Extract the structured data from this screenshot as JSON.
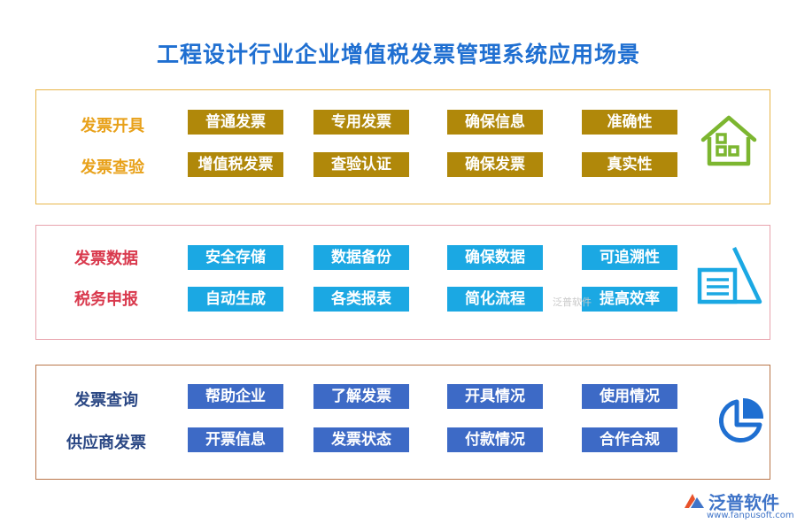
{
  "title": "工程设计行业企业增值税发票管理系统应用场景",
  "colors": {
    "title": "#1f6fd1",
    "section1_label": "#e8a11a",
    "section1_chip": "#b0880a",
    "section1_icon": "#7cb630",
    "section2_label": "#d9394d",
    "section2_chip": "#1ba8e3",
    "section2_icon": "#1ba8e3",
    "section3_label": "#2a4784",
    "section3_chip": "#3d6ac6",
    "section3_icon": "#1f6fd1"
  },
  "sections": [
    {
      "icon": "house-icon",
      "rows": [
        {
          "label": "发票开具",
          "items": [
            "普通发票",
            "专用发票",
            "确保信息",
            "准确性"
          ]
        },
        {
          "label": "发票查验",
          "items": [
            "增值税发票",
            "查验认证",
            "确保发票",
            "真实性"
          ]
        }
      ]
    },
    {
      "icon": "pyramid-list-icon",
      "rows": [
        {
          "label": "发票数据",
          "items": [
            "安全存储",
            "数据备份",
            "确保数据",
            "可追溯性"
          ]
        },
        {
          "label": "税务申报",
          "items": [
            "自动生成",
            "各类报表",
            "简化流程",
            "提高效率"
          ]
        }
      ]
    },
    {
      "icon": "pie-chart-icon",
      "rows": [
        {
          "label": "发票查询",
          "items": [
            "帮助企业",
            "了解发票",
            "开具情况",
            "使用情况"
          ]
        },
        {
          "label": "供应商发票",
          "items": [
            "开票信息",
            "发票状态",
            "付款情况",
            "合作合规"
          ]
        }
      ]
    }
  ],
  "watermark": "泛普软件",
  "logo": {
    "name": "泛普软件",
    "url": "www.fanpusoft.com"
  }
}
